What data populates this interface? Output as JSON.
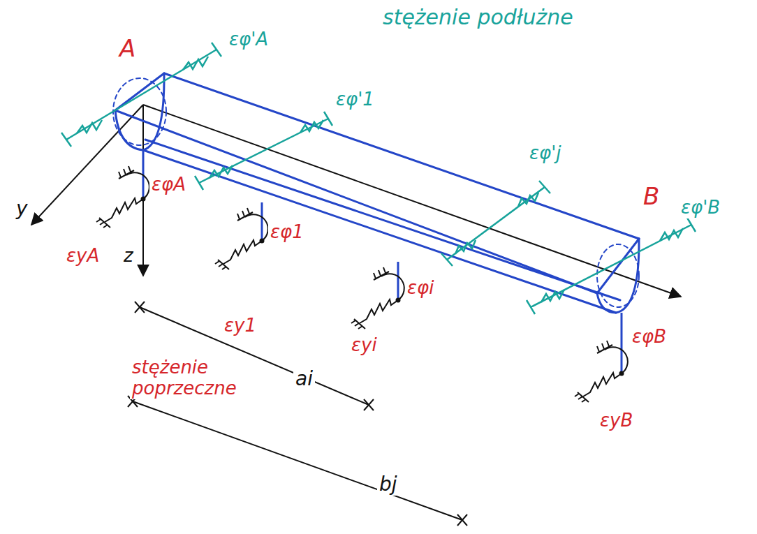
{
  "diagram": {
    "labels": [
      "stężenie podłużne",
      "A",
      "εφ'A",
      "εφ'1",
      "εφ'j",
      "B",
      "εφ'B",
      "y",
      "εφA",
      "εφ1",
      "εφi",
      "εφB",
      "εyA",
      "z",
      "εy1",
      "εyi",
      "εyB",
      "stężenie poprzeczne",
      "ai",
      "bj"
    ]
  }
}
